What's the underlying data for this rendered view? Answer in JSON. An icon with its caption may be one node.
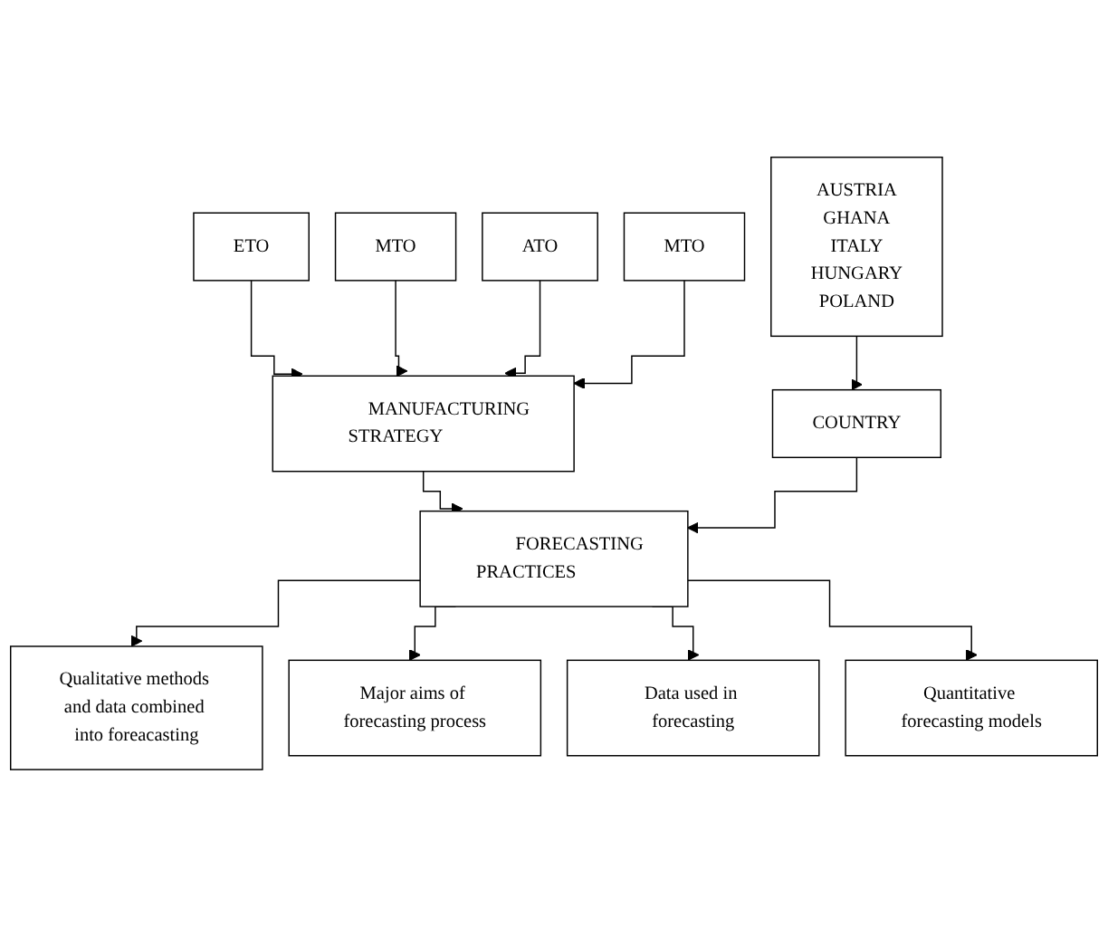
{
  "diagram": {
    "nodes": [
      {
        "text": [
          "ETO"
        ]
      },
      {
        "text": [
          "MTO"
        ]
      },
      {
        "text": [
          "ATO"
        ]
      },
      {
        "text": [
          "MTO"
        ]
      },
      {
        "text": [
          "MANUFACTURING STRATEGY"
        ]
      },
      {
        "text": [
          "AUSTRIA",
          "GHANA",
          "ITALY",
          "HUNGARY",
          "POLAND"
        ]
      },
      {
        "text": [
          "COUNTRY"
        ]
      },
      {
        "text": [
          "FORECASTING PRACTICES"
        ]
      },
      {
        "text": [
          "Qualitative methods and data combined into foreacasting"
        ]
      },
      {
        "text": [
          "Major aims of forecasting process"
        ]
      },
      {
        "text": [
          "Data used in forecasting"
        ]
      },
      {
        "text": [
          "Quantitative forecasting models"
        ]
      }
    ],
    "edges": [
      {
        "from": 0,
        "to": 4,
        "arrow": "to"
      },
      {
        "from": 1,
        "to": 4,
        "arrow": "to"
      },
      {
        "from": 2,
        "to": 4,
        "arrow": "to"
      },
      {
        "from": 3,
        "to": 4,
        "arrow": "to"
      },
      {
        "from": 4,
        "to": 7,
        "arrow": "to"
      },
      {
        "from": 5,
        "to": 6,
        "arrow": "to"
      },
      {
        "from": 6,
        "to": 7,
        "arrow": "to"
      },
      {
        "from": 7,
        "to": 8,
        "arrow": "to"
      },
      {
        "from": 7,
        "to": 9,
        "arrow": "to"
      },
      {
        "from": 7,
        "to": 10,
        "arrow": "to"
      },
      {
        "from": 7,
        "to": 11,
        "arrow": "to"
      }
    ]
  }
}
